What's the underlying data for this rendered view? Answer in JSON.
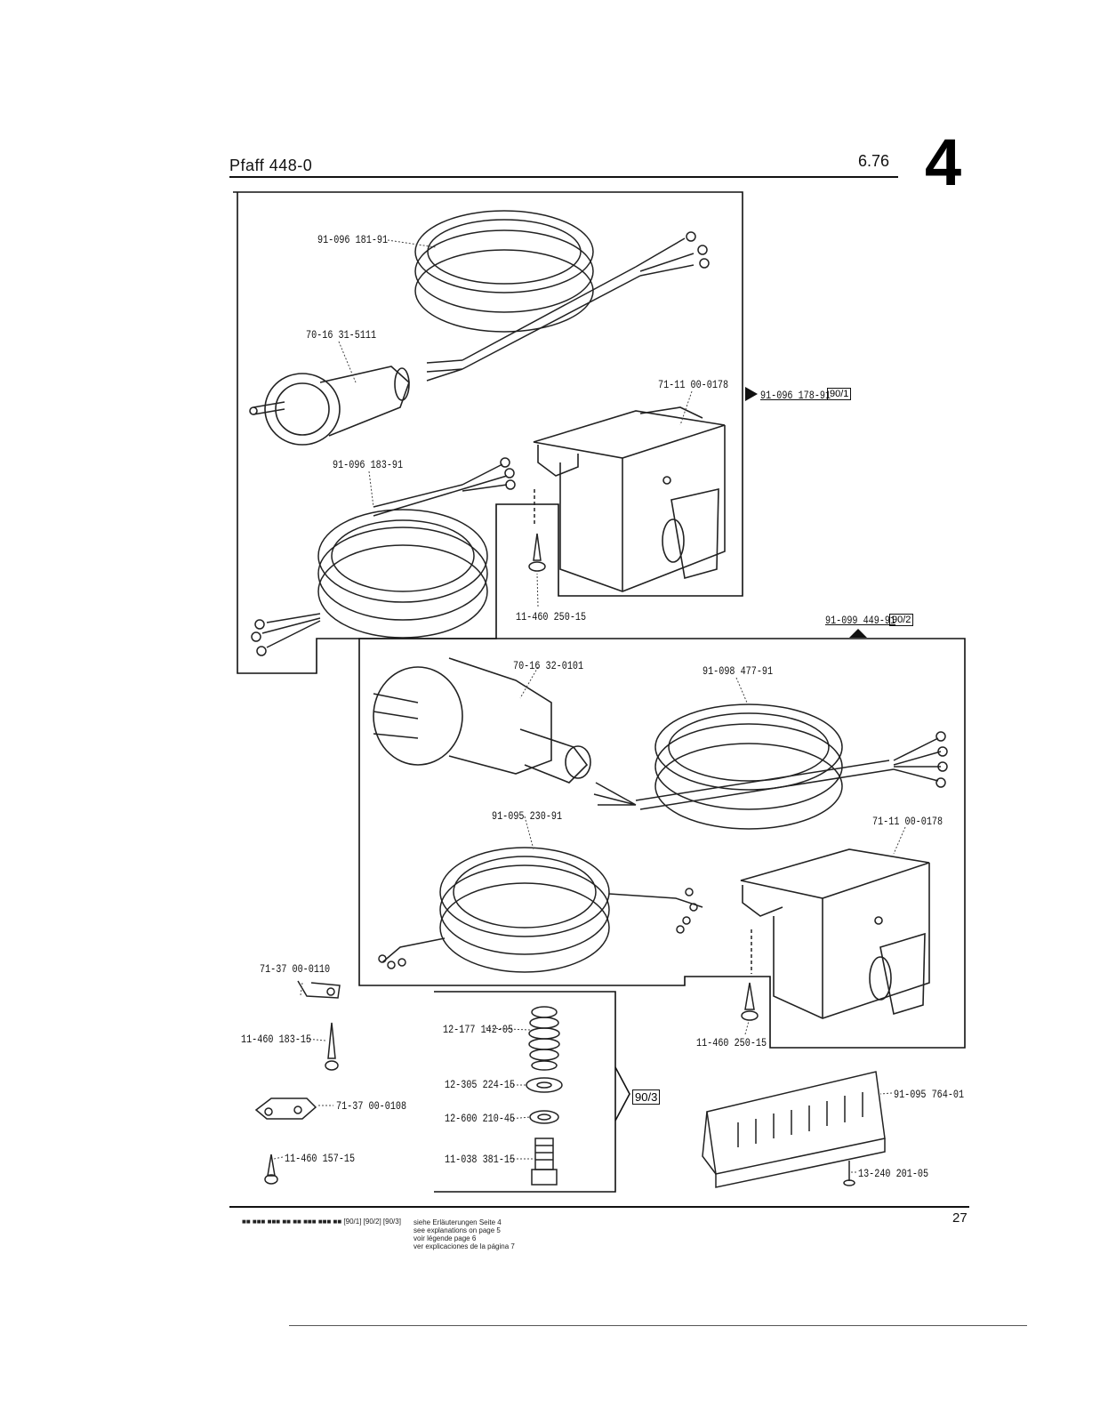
{
  "header": {
    "title": "Pfaff 448-0",
    "date": "6.76",
    "section": "4"
  },
  "parts": {
    "cable_top": "91-096 181-91",
    "plug_top": "70-16 31-5111",
    "switch_top": "71-11 00-0178",
    "assembly_top": "91-096 178-91",
    "cable_mid": "91-096 183-91",
    "screw_top": "11-460 250-15",
    "assembly_bottom": "91-099 449-91",
    "plug_bottom": "70-16 32-0101",
    "cable_bottom_right": "91-098 477-91",
    "cable_bottom_left": "91-095 230-91",
    "switch_bottom": "71-11 00-0178",
    "screw_bottom": "11-460 250-15",
    "clip_a": "71-37 00-0110",
    "screw_a": "11-460 183-15",
    "clip_b": "71-37 00-0108",
    "screw_b": "11-460 157-15",
    "spring": "12-177 142-05",
    "washer": "12-305 224-15",
    "lockwasher": "12-600 210-45",
    "screw_c": "11-038 381-15",
    "bracket_ref": "90/3",
    "strip": "91-095 764-01",
    "screw_d": "13-240 201-05"
  },
  "refs": {
    "top": "90/1",
    "bottom": "90/2"
  },
  "footer": {
    "codes": "■■ ■■■ ■■■ ■■   ■■ ■■■ ■■■ ■■   [90/1] [90/2] [90/3]",
    "line1": "siehe Erläuterungen Seite 4",
    "line2": "see explanations on page 5",
    "line3": "voir légende page 6",
    "line4": "ver explicaciones de la página 7",
    "page": "27"
  }
}
